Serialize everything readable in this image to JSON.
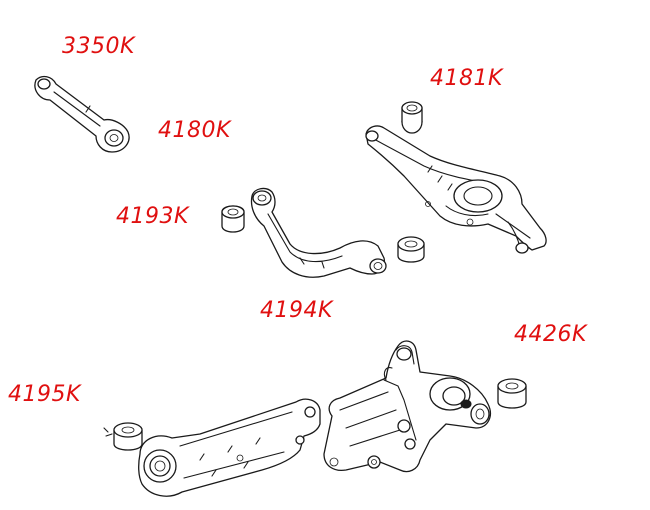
{
  "labels": {
    "part_3350k": "3350K",
    "part_4180k": "4180K",
    "part_4181k": "4181K",
    "part_4193k": "4193K",
    "part_4194k": "4194K",
    "part_4426k": "4426K",
    "part_4195k": "4195K"
  },
  "colors": {
    "label": "#e01010",
    "line": "#1a1a1a",
    "background": "#ffffff"
  }
}
